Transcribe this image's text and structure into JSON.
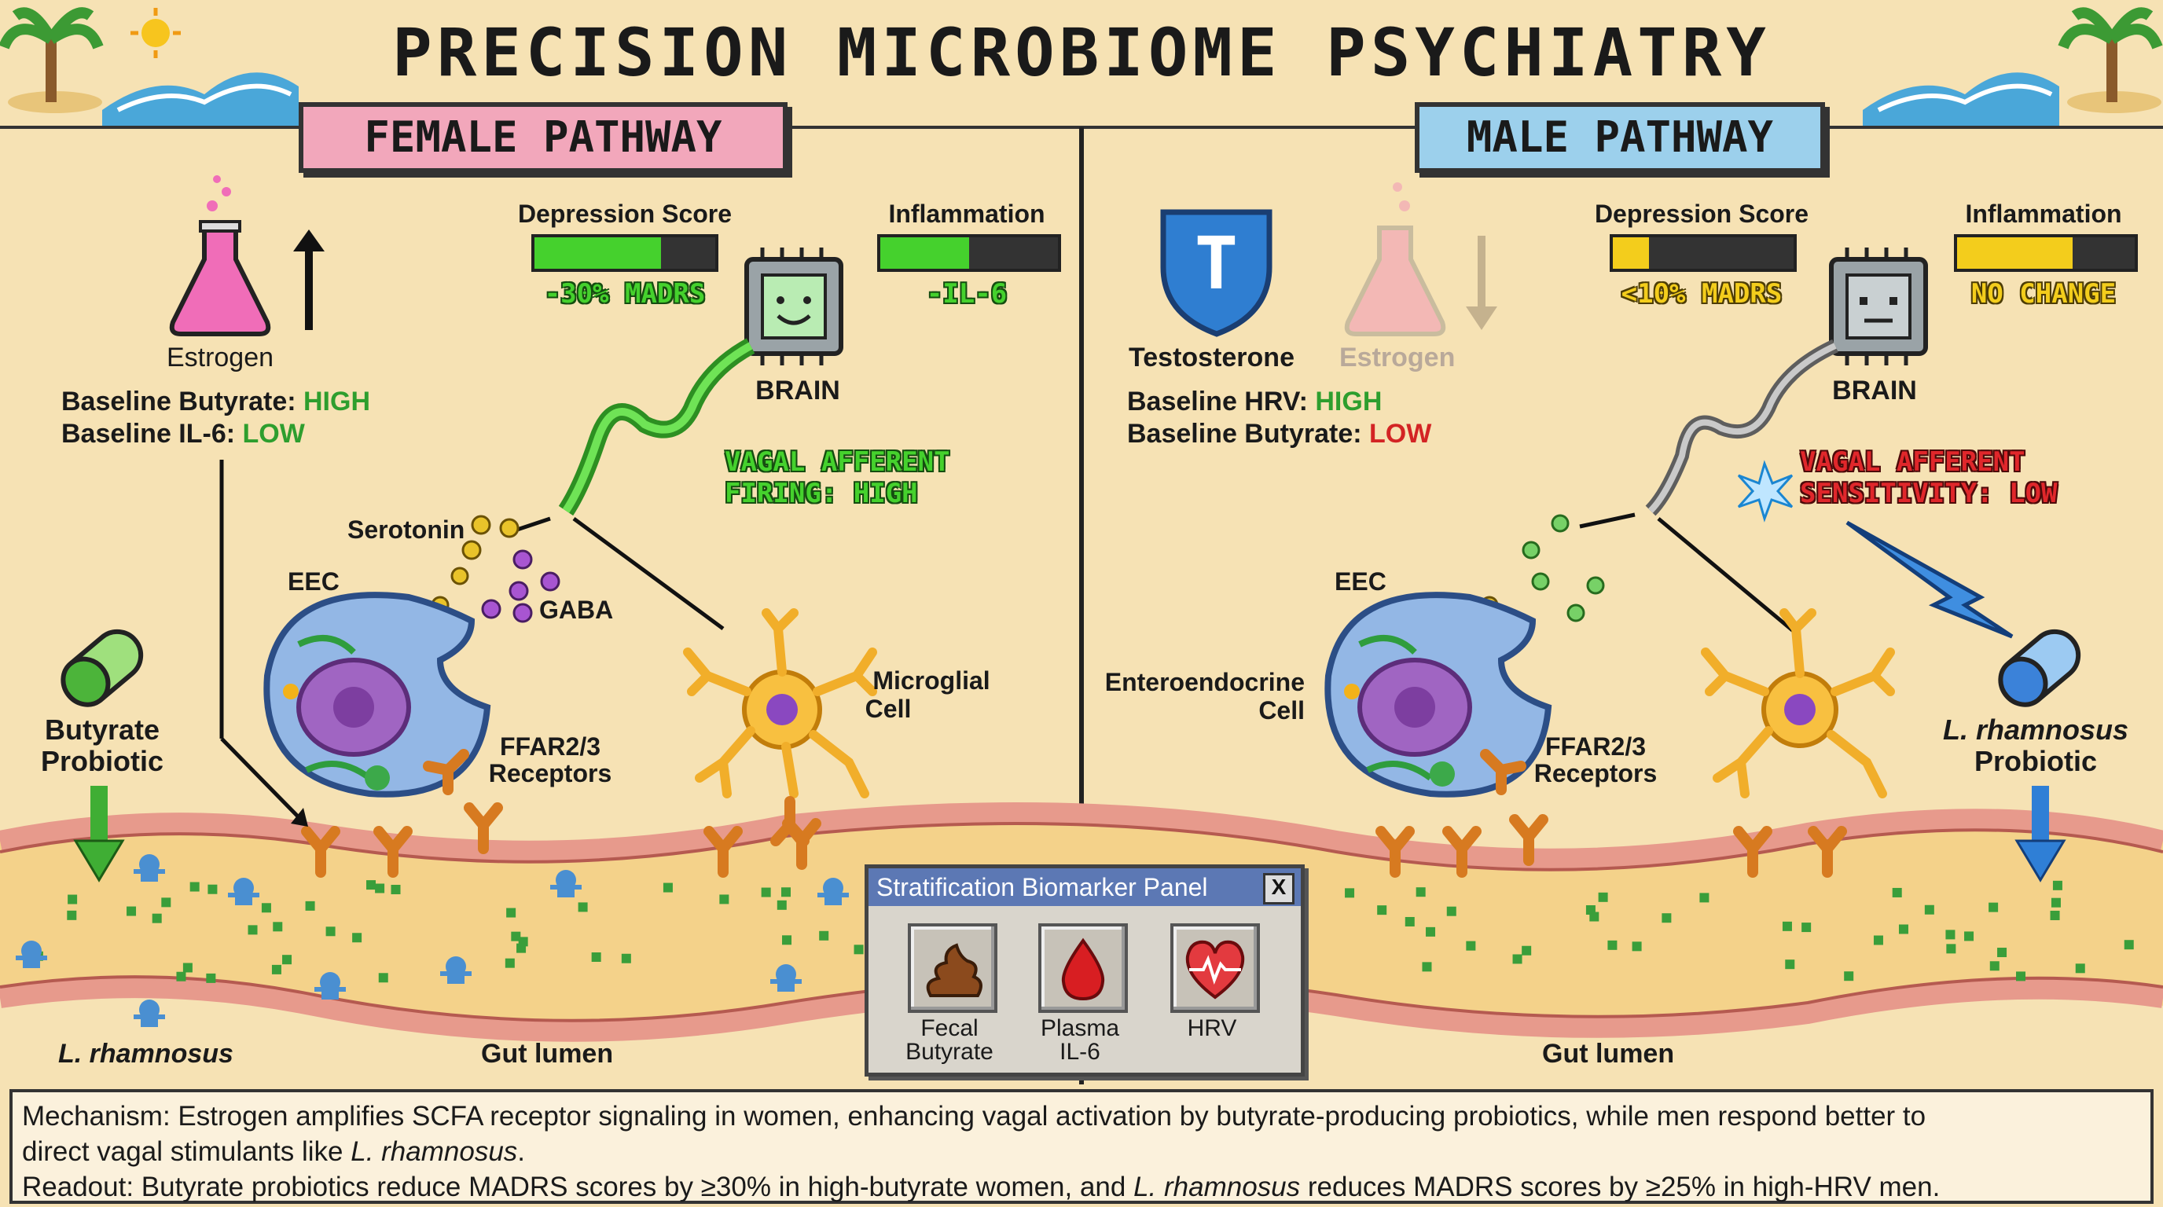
{
  "title": "PRECISION MICROBIOME PSYCHIATRY",
  "female": {
    "banner": "FEMALE PATHWAY",
    "hormone_label": "Estrogen",
    "baseline1_key": "Baseline Butyrate:",
    "baseline1_value": "HIGH",
    "baseline2_key": "Baseline IL-6:",
    "baseline2_value": "LOW",
    "depression_label": "Depression Score",
    "depression_readout": "-30% MADRS",
    "depression_fill": 0.7,
    "inflammation_label": "Inflammation",
    "inflammation_readout": "-IL-6",
    "inflammation_fill": 0.5,
    "brain_label": "BRAIN",
    "vagal_line1": "VAGAL AFFERENT",
    "vagal_line2": "FIRING: HIGH",
    "serotonin": "Serotonin",
    "gaba": "GABA",
    "eec": "EEC",
    "microglia_line1": "Microglial",
    "microglia_line2": "Cell",
    "receptors_line1": "FFAR2/3",
    "receptors_line2": "Receptors",
    "probiotic_line1": "Butyrate",
    "probiotic_line2": "Probiotic",
    "lumen_organism": "L. rhamnosus",
    "gut_lumen": "Gut lumen"
  },
  "male": {
    "banner": "MALE PATHWAY",
    "hormone_label": "Testosterone",
    "faded_hormone_label": "Estrogen",
    "shield_letter": "T",
    "baseline1_key": "Baseline HRV:",
    "baseline1_value": "HIGH",
    "baseline2_key": "Baseline Butyrate:",
    "baseline2_value": "LOW",
    "depression_label": "Depression Score",
    "depression_readout": "<10% MADRS",
    "depression_fill": 0.2,
    "inflammation_label": "Inflammation",
    "inflammation_readout": "NO CHANGE",
    "inflammation_fill": 0.65,
    "brain_label": "BRAIN",
    "vagal_line1": "VAGAL AFFERENT",
    "vagal_line2": "SENSITIVITY: LOW",
    "eec": "EEC",
    "enteroendocrine_line1": "Enteroendocrine",
    "enteroendocrine_line2": "Cell",
    "receptors_line1": "FFAR2/3",
    "receptors_line2": "Receptors",
    "probiotic_line1": "L. rhamnosus",
    "probiotic_line2": "Probiotic",
    "gut_lumen": "Gut lumen"
  },
  "panel": {
    "title": "Stratification Biomarker Panel",
    "close": "X",
    "tiles": [
      {
        "line1": "Fecal",
        "line2": "Butyrate",
        "icon": "poop-icon"
      },
      {
        "line1": "Plasma",
        "line2": "IL-6",
        "icon": "blood-drop-icon"
      },
      {
        "line1": "HRV",
        "line2": "",
        "icon": "heart-ecg-icon"
      }
    ]
  },
  "mechanism": {
    "line1_a": "Mechanism: Estrogen amplifies SCFA receptor signaling in women, enhancing vagal activation by butyrate-producing probiotics, while men respond better to",
    "line2_a": "direct vagal stimulants like ",
    "line2_em": "L. rhamnosus",
    "line2_b": ".",
    "line3_a": "Readout: Butyrate probiotics reduce MADRS scores by ≥30% in high-butyrate women, and ",
    "line3_em": "L. rhamnosus",
    "line3_b": " reduces MADRS scores by ≥25% in high-HRV men."
  },
  "colors": {
    "background": "#f6e2b4",
    "female_banner": "#f2a7bb",
    "male_banner": "#9cd0ec",
    "signal_green": "#45d12d",
    "signal_yellow": "#f3cd1c",
    "alert_red": "#e0272b",
    "gut_wall": "#e79a8c"
  }
}
